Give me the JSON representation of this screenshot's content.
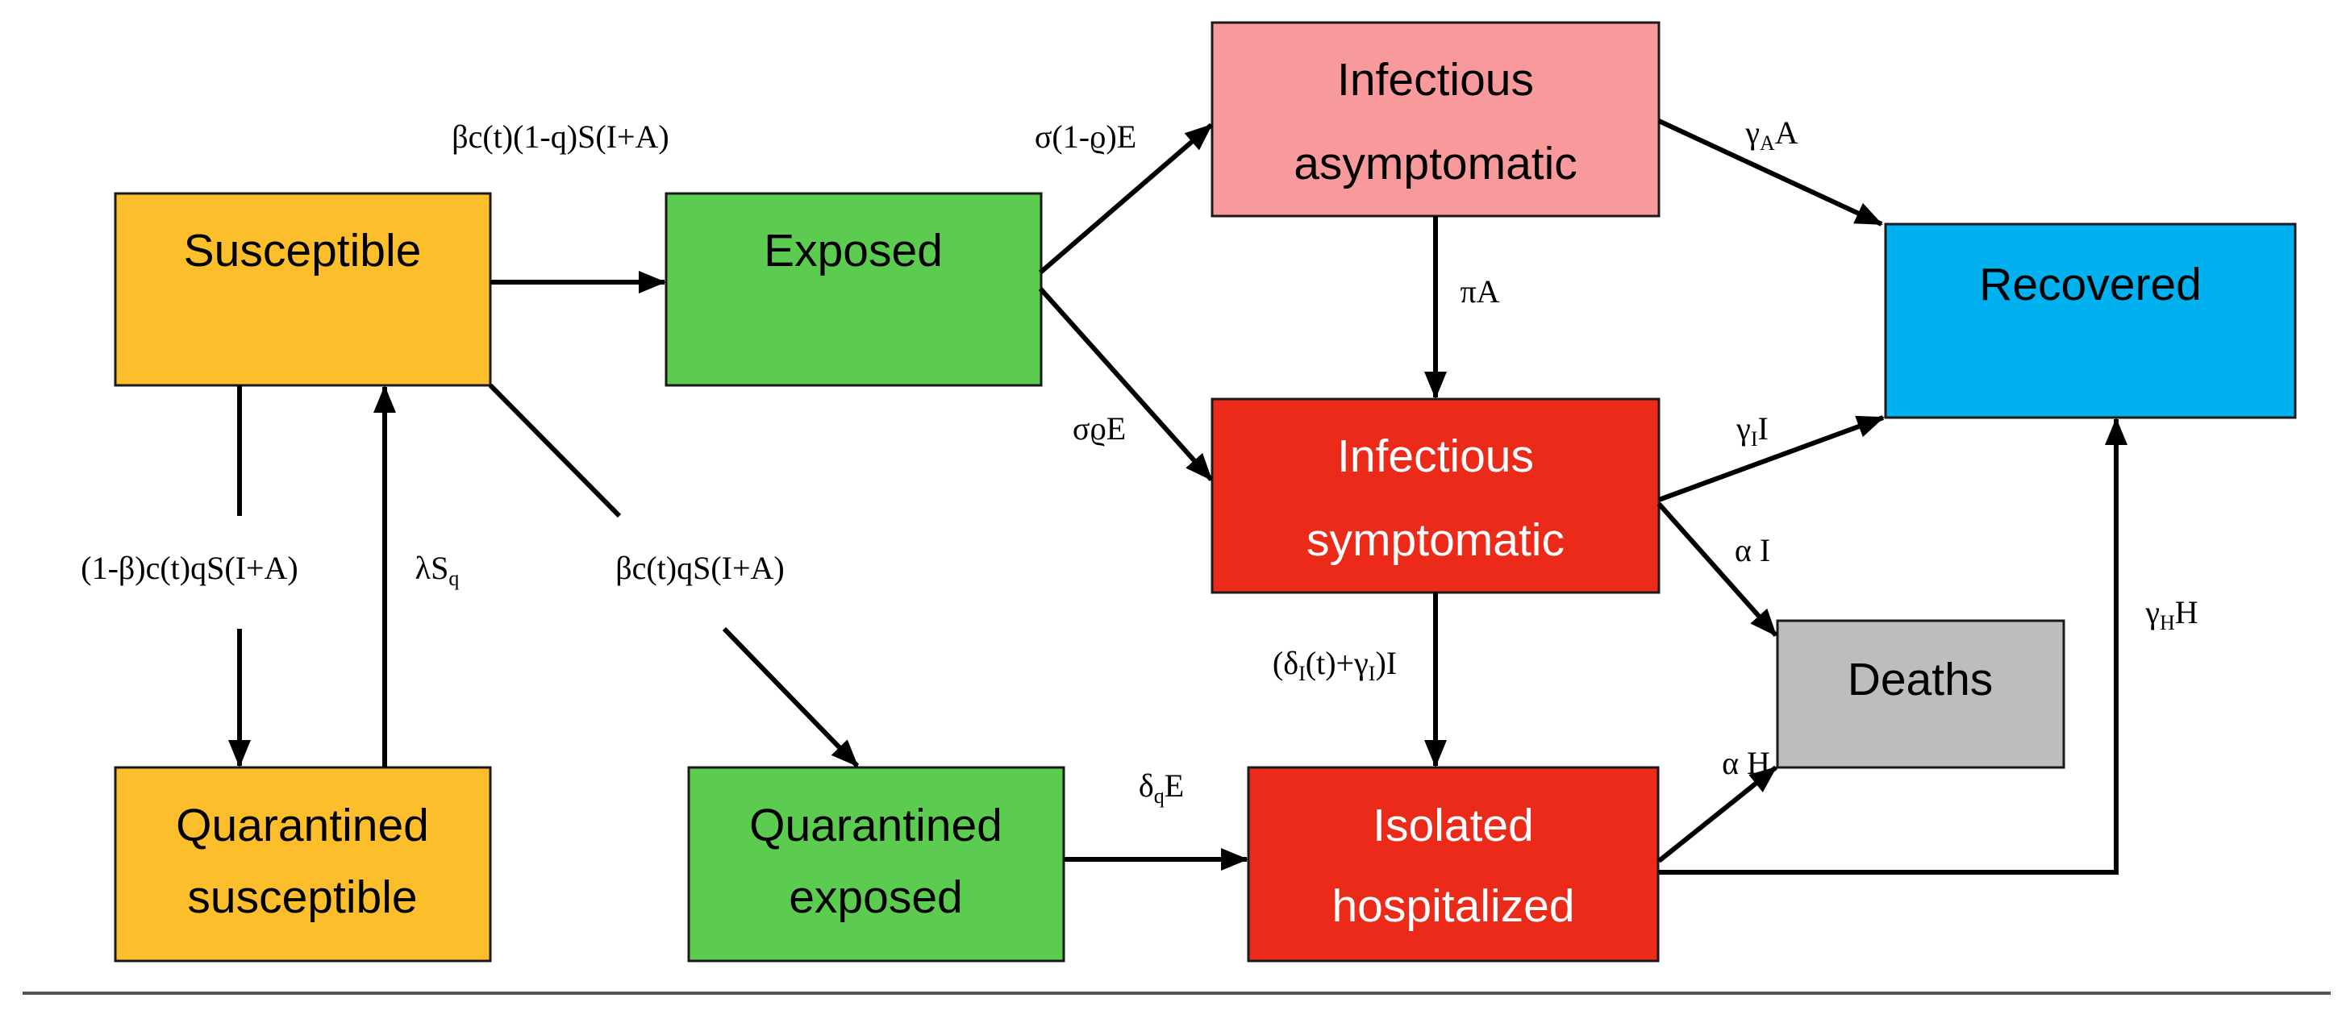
{
  "compartments": {
    "susceptible": {
      "label": "Susceptible",
      "fill": "#FDBE2C",
      "text_color": "#000000"
    },
    "exposed": {
      "label": "Exposed",
      "fill": "#5CCC50",
      "text_color": "#000000"
    },
    "infectious_asymptomatic": {
      "line1": "Infectious",
      "line2": "asymptomatic",
      "fill": "#F89A9B",
      "text_color": "#000000"
    },
    "infectious_symptomatic": {
      "line1": "Infectious",
      "line2": "symptomatic",
      "fill": "#EC2A1A",
      "text_color": "#FFFFFF"
    },
    "recovered": {
      "label": "Recovered",
      "fill": "#00B0EF",
      "text_color": "#000000"
    },
    "deaths": {
      "label": "Deaths",
      "fill": "#BDBDBD",
      "text_color": "#000000"
    },
    "quarantined_susceptible": {
      "line1": "Quarantined",
      "line2": "susceptible",
      "fill": "#FDBE2C",
      "text_color": "#000000"
    },
    "quarantined_exposed": {
      "line1": "Quarantined",
      "line2": "exposed",
      "fill": "#5CCC50",
      "text_color": "#000000"
    },
    "isolated_hospitalized": {
      "line1": "Isolated",
      "line2": "hospitalized",
      "fill": "#EC2A1A",
      "text_color": "#FFFFFF"
    }
  },
  "rates": {
    "s_to_e": "βc(t)(1-q)S(I+A)",
    "e_to_a": "σ(1-ϱ)E",
    "e_to_i": "σϱE",
    "a_to_r": {
      "main": "γ",
      "sub": "A",
      "tail": "A"
    },
    "a_to_i": "πA",
    "i_to_r": {
      "main": "γ",
      "sub": "I",
      "tail": "I"
    },
    "i_to_d": "α I",
    "h_to_r": {
      "main": "γ",
      "sub": "H",
      "tail": "H"
    },
    "h_to_d": "α H",
    "i_to_h": {
      "open": "(δ",
      "sub1": "I",
      "mid": "(t)+γ",
      "sub2": "I",
      "close": ")I"
    },
    "s_to_sq": "(1-β)c(t)qS(I+A)",
    "sq_to_s": {
      "main": "λS",
      "sub": "q"
    },
    "s_to_eq": "βc(t)qS(I+A)",
    "eq_to_h": {
      "main": "δ",
      "sub": "q",
      "tail": "E"
    }
  },
  "colors": {
    "arrow": "#000000",
    "border": "#1a1a1a",
    "rule": "#555555"
  }
}
